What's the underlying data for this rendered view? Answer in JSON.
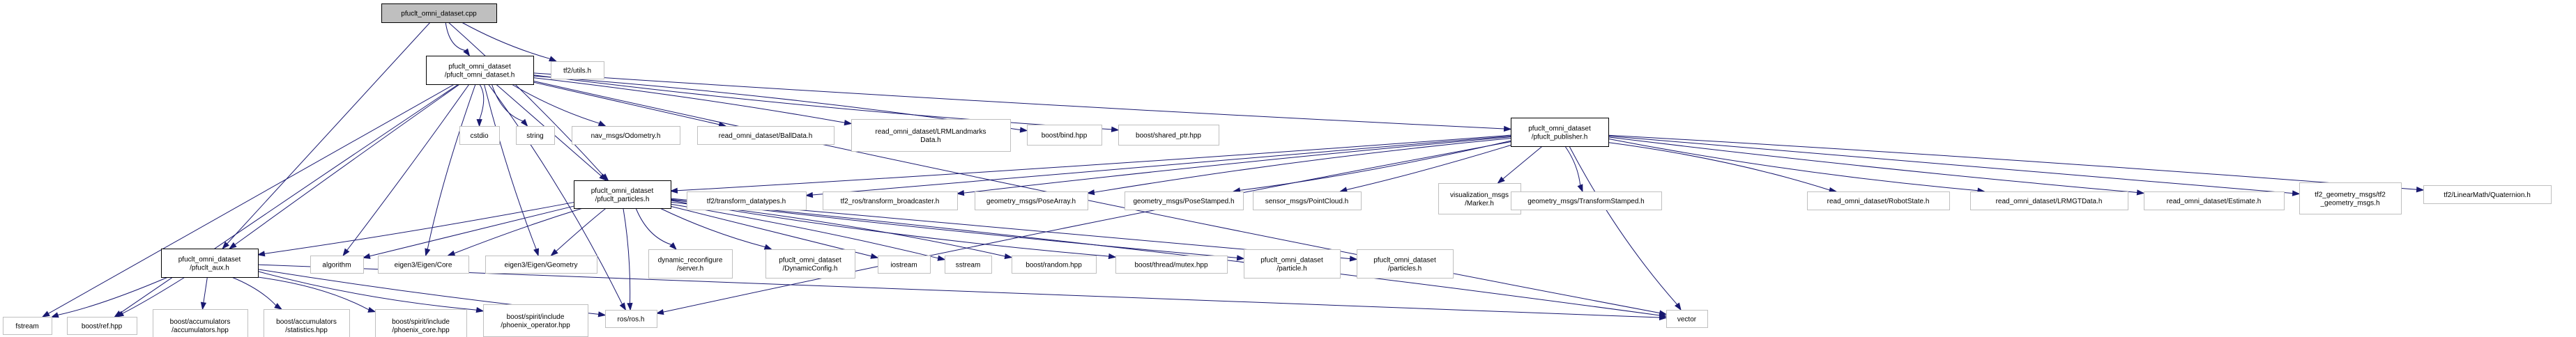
{
  "title": "pfuclt_omni_dataset.cpp include dependency graph",
  "colors": {
    "edge": "#191970",
    "root_fill": "#bfbfbf",
    "node_border": "#bfbfbf",
    "primary_border": "#000000"
  },
  "nodes": [
    {
      "id": "cpp",
      "kind": "root",
      "lines": [
        "pfuclt_omni_dataset.cpp"
      ]
    },
    {
      "id": "dataset_h",
      "kind": "primary",
      "lines": [
        "pfuclt_omni_dataset",
        "/pfuclt_omni_dataset.h"
      ]
    },
    {
      "id": "tf2_utils",
      "kind": "external",
      "lines": [
        "tf2/utils.h"
      ]
    },
    {
      "id": "cstdio",
      "kind": "external",
      "lines": [
        "cstdio"
      ]
    },
    {
      "id": "string",
      "kind": "external",
      "lines": [
        "string"
      ]
    },
    {
      "id": "odometry",
      "kind": "external",
      "lines": [
        "nav_msgs/Odometry.h"
      ]
    },
    {
      "id": "balldata",
      "kind": "external",
      "lines": [
        "read_omni_dataset/BallData.h"
      ]
    },
    {
      "id": "lrmlandmarks",
      "kind": "external",
      "lines": [
        "read_omni_dataset/LRMLandmarks",
        "Data.h"
      ]
    },
    {
      "id": "boost_bind",
      "kind": "external",
      "lines": [
        "boost/bind.hpp"
      ]
    },
    {
      "id": "boost_shared_ptr",
      "kind": "external",
      "lines": [
        "boost/shared_ptr.hpp"
      ]
    },
    {
      "id": "publisher_h",
      "kind": "primary",
      "lines": [
        "pfuclt_omni_dataset",
        "/pfuclt_publisher.h"
      ]
    },
    {
      "id": "particles_h",
      "kind": "primary",
      "lines": [
        "pfuclt_omni_dataset",
        "/pfuclt_particles.h"
      ]
    },
    {
      "id": "tf2_transform_datatypes",
      "kind": "external",
      "lines": [
        "tf2/transform_datatypes.h"
      ]
    },
    {
      "id": "tf2_ros_broadcaster",
      "kind": "external",
      "lines": [
        "tf2_ros/transform_broadcaster.h"
      ]
    },
    {
      "id": "posearray",
      "kind": "external",
      "lines": [
        "geometry_msgs/PoseArray.h"
      ]
    },
    {
      "id": "posestamped",
      "kind": "external",
      "lines": [
        "geometry_msgs/PoseStamped.h"
      ]
    },
    {
      "id": "pointcloud",
      "kind": "external",
      "lines": [
        "sensor_msgs/PointCloud.h"
      ]
    },
    {
      "id": "marker",
      "kind": "external",
      "lines": [
        "visualization_msgs",
        "/Marker.h"
      ]
    },
    {
      "id": "transformstamped",
      "kind": "external",
      "lines": [
        "geometry_msgs/TransformStamped.h"
      ]
    },
    {
      "id": "robotstate",
      "kind": "external",
      "lines": [
        "read_omni_dataset/RobotState.h"
      ]
    },
    {
      "id": "lrmgtdata",
      "kind": "external",
      "lines": [
        "read_omni_dataset/LRMGTData.h"
      ]
    },
    {
      "id": "estimate",
      "kind": "external",
      "lines": [
        "read_omni_dataset/Estimate.h"
      ]
    },
    {
      "id": "tf2_geometry_msgs",
      "kind": "external",
      "lines": [
        "tf2_geometry_msgs/tf2",
        "_geometry_msgs.h"
      ]
    },
    {
      "id": "quaternion",
      "kind": "external",
      "lines": [
        "tf2/LinearMath/Quaternion.h"
      ]
    },
    {
      "id": "aux_h",
      "kind": "primary",
      "lines": [
        "pfuclt_omni_dataset",
        "/pfuclt_aux.h"
      ]
    },
    {
      "id": "algorithm",
      "kind": "external",
      "lines": [
        "algorithm"
      ]
    },
    {
      "id": "eigen_core",
      "kind": "external",
      "lines": [
        "eigen3/Eigen/Core"
      ]
    },
    {
      "id": "eigen_geometry",
      "kind": "external",
      "lines": [
        "eigen3/Eigen/Geometry"
      ]
    },
    {
      "id": "dyn_server",
      "kind": "external",
      "lines": [
        "dynamic_reconfigure",
        "/server.h"
      ]
    },
    {
      "id": "dynamicconfig",
      "kind": "external",
      "lines": [
        "pfuclt_omni_dataset",
        "/DynamicConfig.h"
      ]
    },
    {
      "id": "iostream",
      "kind": "external",
      "lines": [
        "iostream"
      ]
    },
    {
      "id": "sstream",
      "kind": "external",
      "lines": [
        "sstream"
      ]
    },
    {
      "id": "boost_random",
      "kind": "external",
      "lines": [
        "boost/random.hpp"
      ]
    },
    {
      "id": "boost_mutex",
      "kind": "external",
      "lines": [
        "boost/thread/mutex.hpp"
      ]
    },
    {
      "id": "particle_h",
      "kind": "external",
      "lines": [
        "pfuclt_omni_dataset",
        "/particle.h"
      ]
    },
    {
      "id": "particles2_h",
      "kind": "external",
      "lines": [
        "pfuclt_omni_dataset",
        "/particles.h"
      ]
    },
    {
      "id": "fstream",
      "kind": "external",
      "lines": [
        "fstream"
      ]
    },
    {
      "id": "boost_ref",
      "kind": "external",
      "lines": [
        "boost/ref.hpp"
      ]
    },
    {
      "id": "acc_accumulators",
      "kind": "external",
      "lines": [
        "boost/accumulators",
        "/accumulators.hpp"
      ]
    },
    {
      "id": "acc_statistics",
      "kind": "external",
      "lines": [
        "boost/accumulators",
        "/statistics.hpp"
      ]
    },
    {
      "id": "phoenix_core",
      "kind": "external",
      "lines": [
        "boost/spirit/include",
        "/phoenix_core.hpp"
      ]
    },
    {
      "id": "phoenix_operator",
      "kind": "external",
      "lines": [
        "boost/spirit/include",
        "/phoenix_operator.hpp"
      ]
    },
    {
      "id": "ros_h",
      "kind": "external",
      "lines": [
        "ros/ros.h"
      ]
    },
    {
      "id": "vector",
      "kind": "external",
      "lines": [
        "vector"
      ]
    }
  ],
  "edges": [
    [
      "cpp",
      "dataset_h"
    ],
    [
      "cpp",
      "tf2_utils"
    ],
    [
      "cpp",
      "aux_h"
    ],
    [
      "cpp",
      "particles_h"
    ],
    [
      "dataset_h",
      "cstdio"
    ],
    [
      "dataset_h",
      "string"
    ],
    [
      "dataset_h",
      "odometry"
    ],
    [
      "dataset_h",
      "balldata"
    ],
    [
      "dataset_h",
      "lrmlandmarks"
    ],
    [
      "dataset_h",
      "boost_bind"
    ],
    [
      "dataset_h",
      "boost_shared_ptr"
    ],
    [
      "dataset_h",
      "publisher_h"
    ],
    [
      "dataset_h",
      "particles_h"
    ],
    [
      "dataset_h",
      "aux_h"
    ],
    [
      "dataset_h",
      "algorithm"
    ],
    [
      "dataset_h",
      "eigen_core"
    ],
    [
      "dataset_h",
      "eigen_geometry"
    ],
    [
      "dataset_h",
      "fstream"
    ],
    [
      "dataset_h",
      "boost_ref"
    ],
    [
      "dataset_h",
      "ros_h"
    ],
    [
      "dataset_h",
      "vector"
    ],
    [
      "publisher_h",
      "particles_h"
    ],
    [
      "publisher_h",
      "tf2_transform_datatypes"
    ],
    [
      "publisher_h",
      "tf2_ros_broadcaster"
    ],
    [
      "publisher_h",
      "posearray"
    ],
    [
      "publisher_h",
      "posestamped"
    ],
    [
      "publisher_h",
      "pointcloud"
    ],
    [
      "publisher_h",
      "marker"
    ],
    [
      "publisher_h",
      "transformstamped"
    ],
    [
      "publisher_h",
      "robotstate"
    ],
    [
      "publisher_h",
      "lrmgtdata"
    ],
    [
      "publisher_h",
      "estimate"
    ],
    [
      "publisher_h",
      "tf2_geometry_msgs"
    ],
    [
      "publisher_h",
      "quaternion"
    ],
    [
      "publisher_h",
      "ros_h"
    ],
    [
      "publisher_h",
      "vector"
    ],
    [
      "particles_h",
      "aux_h"
    ],
    [
      "particles_h",
      "algorithm"
    ],
    [
      "particles_h",
      "eigen_core"
    ],
    [
      "particles_h",
      "eigen_geometry"
    ],
    [
      "particles_h",
      "dyn_server"
    ],
    [
      "particles_h",
      "dynamicconfig"
    ],
    [
      "particles_h",
      "iostream"
    ],
    [
      "particles_h",
      "sstream"
    ],
    [
      "particles_h",
      "boost_random"
    ],
    [
      "particles_h",
      "boost_mutex"
    ],
    [
      "particles_h",
      "particle_h"
    ],
    [
      "particles_h",
      "particles2_h"
    ],
    [
      "particles_h",
      "ros_h"
    ],
    [
      "particles_h",
      "vector"
    ],
    [
      "aux_h",
      "fstream"
    ],
    [
      "aux_h",
      "boost_ref"
    ],
    [
      "aux_h",
      "acc_accumulators"
    ],
    [
      "aux_h",
      "acc_statistics"
    ],
    [
      "aux_h",
      "phoenix_core"
    ],
    [
      "aux_h",
      "phoenix_operator"
    ],
    [
      "aux_h",
      "ros_h"
    ],
    [
      "aux_h",
      "vector"
    ]
  ]
}
